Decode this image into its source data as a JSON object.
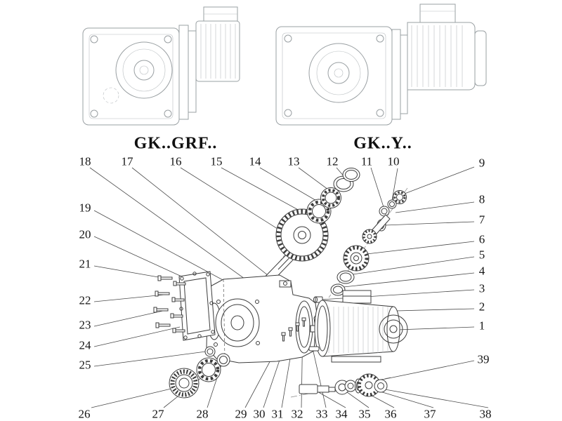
{
  "diagram": {
    "type": "exploded-parts-diagram",
    "subject": "helical-bevel gear reducer",
    "variant_labels": {
      "left": "GK..GRF..",
      "right": "GK..Y.."
    },
    "callouts": {
      "top": [
        "18",
        "17",
        "16",
        "15",
        "14",
        "13",
        "12",
        "11",
        "10"
      ],
      "right": [
        "9",
        "8",
        "7",
        "6",
        "5",
        "4",
        "3",
        "2",
        "1",
        "39"
      ],
      "left": [
        "19",
        "20",
        "21",
        "22",
        "23",
        "24",
        "25"
      ],
      "bottom": [
        "26",
        "27",
        "28",
        "29",
        "30",
        "31",
        "32",
        "33",
        "34",
        "35",
        "36",
        "37",
        "38"
      ]
    },
    "colors": {
      "ink": "#151515",
      "part_line": "#3c3c3c",
      "ghost_line": "#9aa0a3",
      "background": "#ffffff"
    }
  }
}
